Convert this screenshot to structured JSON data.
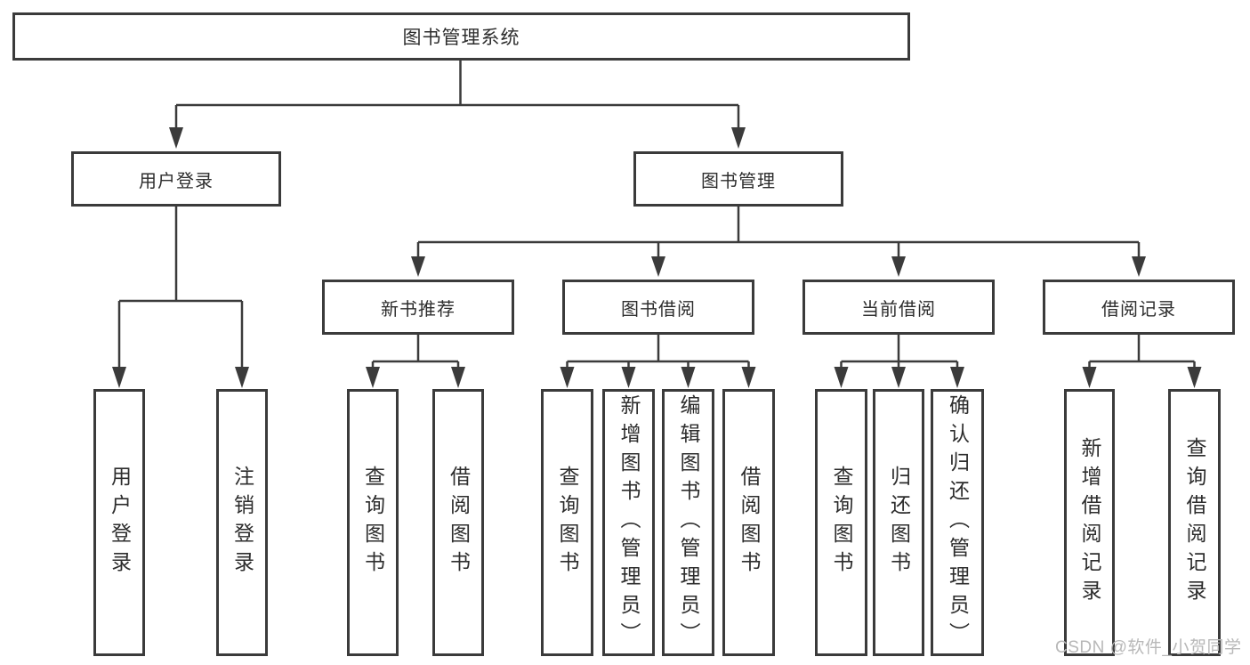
{
  "tree": {
    "root": {
      "label": "图书管理系统"
    },
    "children": [
      {
        "label": "用户登录",
        "children": [
          {
            "label": "用户登录"
          },
          {
            "label": "注销登录"
          }
        ]
      },
      {
        "label": "图书管理",
        "children": [
          {
            "label": "新书推荐",
            "children": [
              {
                "label": "查询图书"
              },
              {
                "label": "借阅图书"
              }
            ]
          },
          {
            "label": "图书借阅",
            "children": [
              {
                "label": "查询图书"
              },
              {
                "label": "新增图书（管理员）"
              },
              {
                "label": "编辑图书（管理员）"
              },
              {
                "label": "借阅图书"
              }
            ]
          },
          {
            "label": "当前借阅",
            "children": [
              {
                "label": "查询图书"
              },
              {
                "label": "归还图书"
              },
              {
                "label": "确认归还（管理员）"
              }
            ]
          },
          {
            "label": "借阅记录",
            "children": [
              {
                "label": "新增借阅记录"
              },
              {
                "label": "查询借阅记录"
              }
            ]
          }
        ]
      }
    ]
  },
  "watermark": {
    "text": "CSDN @软件_小贺同学"
  },
  "style": {
    "line_color": "#3b3b3b",
    "text_color": "#2d2d2d",
    "watermark_color": "#b8b8b8",
    "background": "#ffffff"
  }
}
